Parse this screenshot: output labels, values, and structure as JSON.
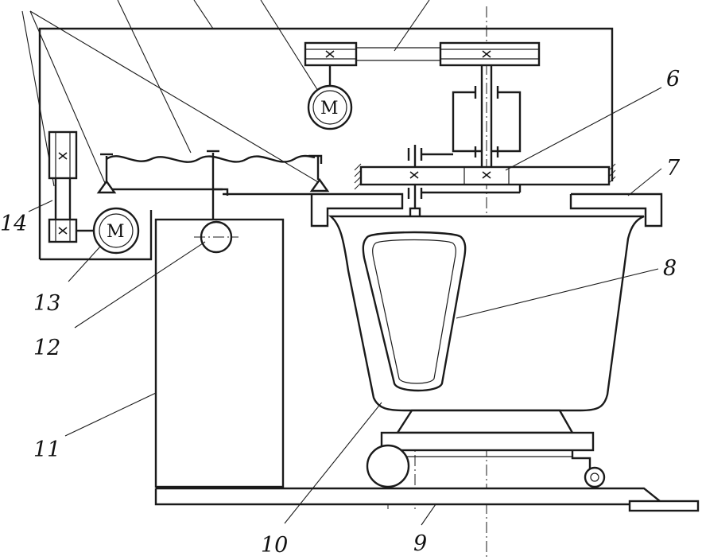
{
  "diagram": {
    "labels": {
      "l6": "6",
      "l7": "7",
      "l8": "8",
      "l9": "9",
      "l10": "10",
      "l11": "11",
      "l12": "12",
      "l13": "13",
      "l14": "14"
    },
    "motor_symbol": "M",
    "motors": [
      {
        "id": "motor-top",
        "symbol": "M"
      },
      {
        "id": "motor-13",
        "symbol": "M"
      }
    ],
    "colors": {
      "ink": "#1a1a1a",
      "background": "#ffffff"
    }
  }
}
